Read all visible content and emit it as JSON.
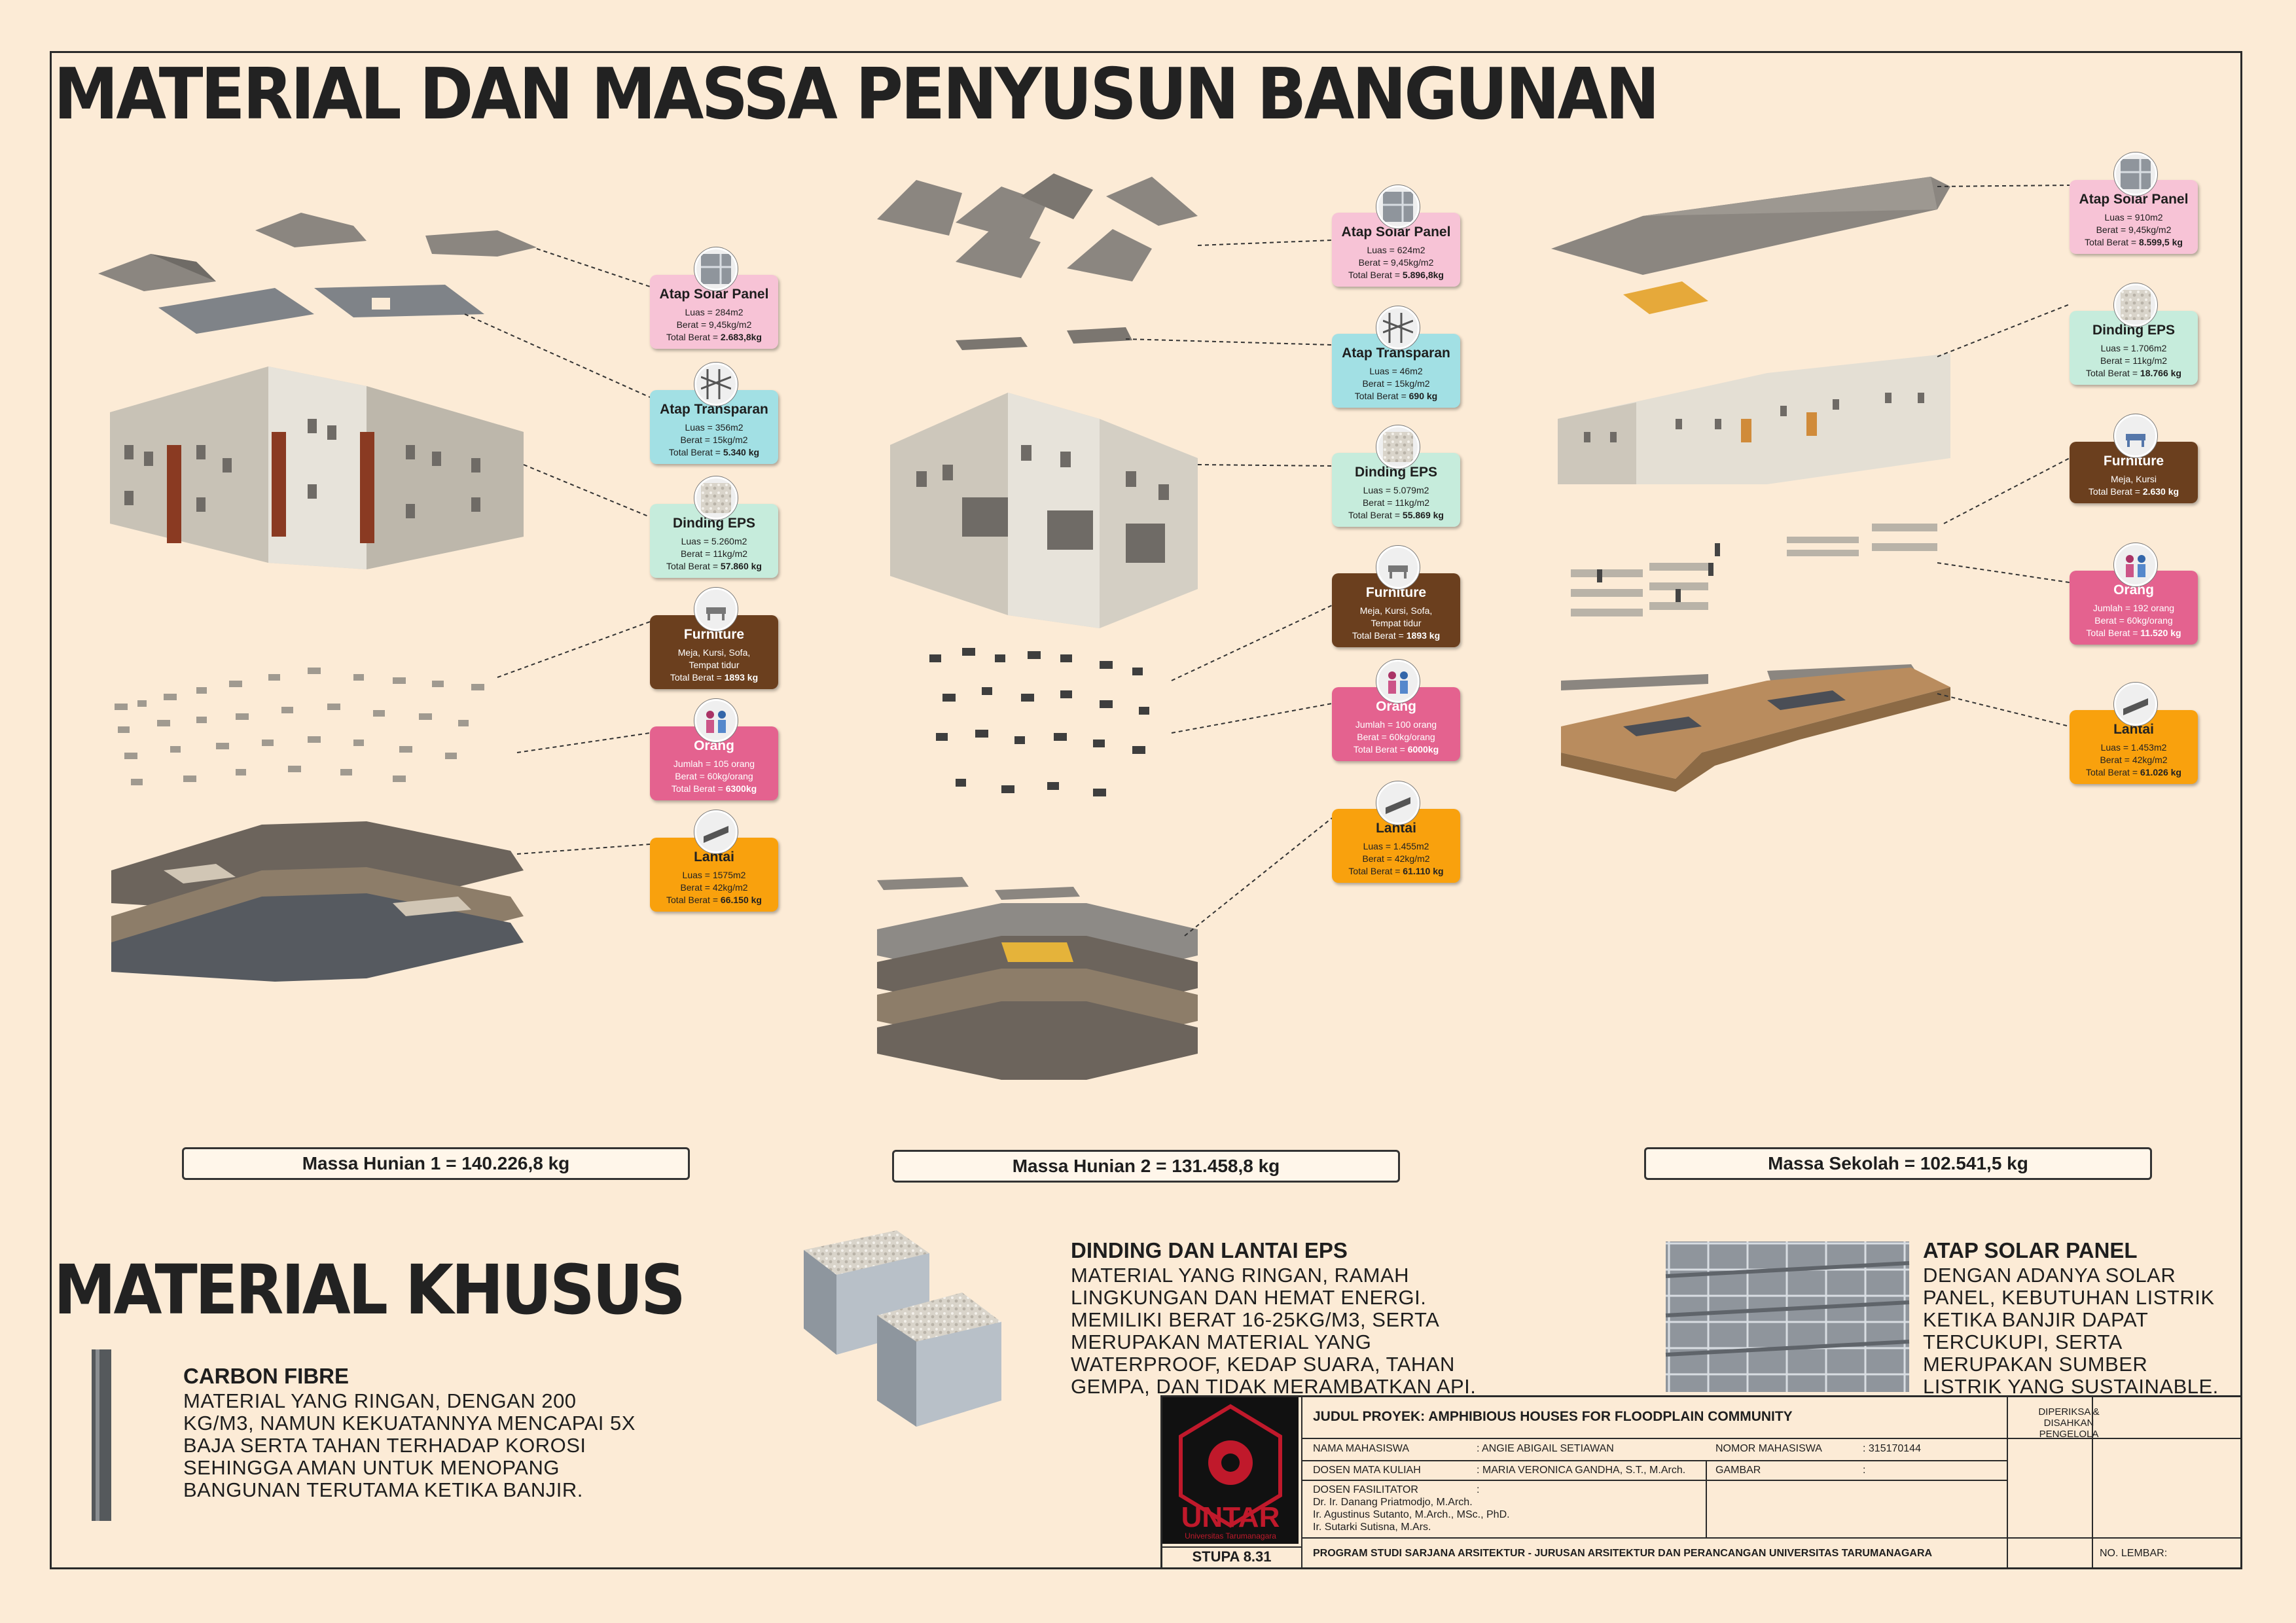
{
  "title": "MATERIAL DAN MASSA PENYUSUN BANGUNAN",
  "section_title": "MATERIAL KHUSUS",
  "colors": {
    "background": "#fcebd6",
    "pink": "#f7c3d6",
    "cyan": "#a2e0e4",
    "mint": "#c6ecdc",
    "brown": "#6b3f1e",
    "magenta": "#e4628f",
    "orange": "#f9a10d"
  },
  "buildings": [
    {
      "mass": "Massa Hunian 1 = 140.226,8 kg",
      "cards": [
        {
          "name": "Atap Solar Panel",
          "l1": "Luas = 284m2",
          "l2": "Berat = 9,45kg/m2",
          "total_label": "Total Berat = ",
          "total": "2.683,8kg"
        },
        {
          "name": "Atap Transparan",
          "l1": "Luas = 356m2",
          "l2": "Berat = 15kg/m2",
          "total_label": "Total Berat = ",
          "total": "5.340 kg"
        },
        {
          "name": "Dinding EPS",
          "l1": "Luas = 5.260m2",
          "l2": "Berat = 11kg/m2",
          "total_label": "Total Berat = ",
          "total": "57.860 kg"
        },
        {
          "name": "Furniture",
          "l1": "Meja, Kursi, Sofa,",
          "l2": "Tempat tidur",
          "total_label": "Total Berat = ",
          "total": "1893 kg"
        },
        {
          "name": "Orang",
          "l1": "Jumlah = 105 orang",
          "l2": "Berat = 60kg/orang",
          "total_label": "Total Berat = ",
          "total": "6300kg"
        },
        {
          "name": "Lantai",
          "l1": "Luas = 1575m2",
          "l2": "Berat = 42kg/m2",
          "total_label": "Total Berat = ",
          "total": "66.150 kg"
        }
      ]
    },
    {
      "mass": "Massa Hunian 2 = 131.458,8 kg",
      "cards": [
        {
          "name": "Atap Solar Panel",
          "l1": "Luas = 624m2",
          "l2": "Berat = 9,45kg/m2",
          "total_label": "Total Berat = ",
          "total": "5.896,8kg"
        },
        {
          "name": "Atap Transparan",
          "l1": "Luas = 46m2",
          "l2": "Berat = 15kg/m2",
          "total_label": "Total Berat = ",
          "total": "690 kg"
        },
        {
          "name": "Dinding EPS",
          "l1": "Luas = 5.079m2",
          "l2": "Berat = 11kg/m2",
          "total_label": "Total Berat = ",
          "total": "55.869 kg"
        },
        {
          "name": "Furniture",
          "l1": "Meja, Kursi, Sofa,",
          "l2": "Tempat tidur",
          "total_label": "Total Berat = ",
          "total": "1893 kg"
        },
        {
          "name": "Orang",
          "l1": "Jumlah = 100 orang",
          "l2": "Berat = 60kg/orang",
          "total_label": "Total Berat = ",
          "total": "6000kg"
        },
        {
          "name": "Lantai",
          "l1": "Luas = 1.455m2",
          "l2": "Berat = 42kg/m2",
          "total_label": "Total Berat = ",
          "total": "61.110 kg"
        }
      ]
    },
    {
      "mass": "Massa Sekolah = 102.541,5 kg",
      "cards": [
        {
          "name": "Atap Solar Panel",
          "l1": "Luas = 910m2",
          "l2": "Berat = 9,45kg/m2",
          "total_label": "Total Berat = ",
          "total": "8.599,5 kg"
        },
        {
          "name": "Dinding EPS",
          "l1": "Luas = 1.706m2",
          "l2": "Berat = 11kg/m2",
          "total_label": "Total Berat = ",
          "total": "18.766 kg"
        },
        {
          "name": "Furniture",
          "l1": "Meja, Kursi",
          "l2": "",
          "total_label": "Total Berat = ",
          "total": "2.630 kg"
        },
        {
          "name": "Orang",
          "l1": "Jumlah = 192 orang",
          "l2": "Berat = 60kg/orang",
          "total_label": "Total Berat = ",
          "total": "11.520 kg"
        },
        {
          "name": "Lantai",
          "l1": "Luas = 1.453m2",
          "l2": "Berat = 42kg/m2",
          "total_label": "Total Berat = ",
          "total": "61.026 kg"
        }
      ]
    }
  ],
  "materials": {
    "carbon": {
      "heading": "CARBON FIBRE",
      "text": "MATERIAL YANG RINGAN, DENGAN 200 KG/M3, NAMUN KEKUATANNYA MENCAPAI 5X BAJA SERTA TAHAN TERHADAP KOROSI SEHINGGA AMAN UNTUK MENOPANG BANGUNAN TERUTAMA KETIKA BANJIR."
    },
    "eps": {
      "heading": "DINDING DAN LANTAI EPS",
      "text": "MATERIAL YANG RINGAN, RAMAH LINGKUNGAN DAN HEMAT ENERGI. MEMILIKI BERAT 16-25KG/M3, SERTA MERUPAKAN MATERIAL YANG WATERPROOF, KEDAP SUARA, TAHAN GEMPA, DAN TIDAK MERAMBATKAN API."
    },
    "solar": {
      "heading": "ATAP SOLAR PANEL",
      "text": "DENGAN ADANYA SOLAR PANEL, KEBUTUHAN LISTRIK KETIKA BANJIR DAPAT TERCUKUPI, SERTA MERUPAKAN SUMBER LISTRIK YANG SUSTAINABLE."
    }
  },
  "title_block": {
    "logo_text": "UNTAR",
    "logo_sub": "Universitas Tarumanagara",
    "code": "STUPA 8.31",
    "project": "JUDUL PROYEK: AMPHIBIOUS HOUSES FOR FLOODPLAIN COMMUNITY",
    "approve": "DIPERIKSA & DISAHKAN PENGELOLA",
    "nama_label": "NAMA MAHASISWA",
    "nama": ": ANGIE ABIGAIL SETIAWAN",
    "nomor_label": "NOMOR MAHASISWA",
    "nomor": ": 315170144",
    "dosen_label": "DOSEN MATA KULIAH",
    "dosen": ": MARIA VERONICA GANDHA, S.T., M.Arch.",
    "gambar_label": "GAMBAR",
    "gambar": ":",
    "fasil_label": "DOSEN FASILITATOR",
    "fasil_colon": ":",
    "fasil1": "Dr. Ir. Danang Priatmodjo, M.Arch.",
    "fasil2": "Ir. Agustinus Sutanto, M.Arch., MSc., PhD.",
    "fasil3": "Ir. Sutarki Sutisna, M.Ars.",
    "program": "PROGRAM STUDI SARJANA ARSITEKTUR - JURUSAN ARSITEKTUR DAN PERANCANGAN UNIVERSITAS TARUMANAGARA",
    "lembar": "NO. LEMBAR:"
  }
}
